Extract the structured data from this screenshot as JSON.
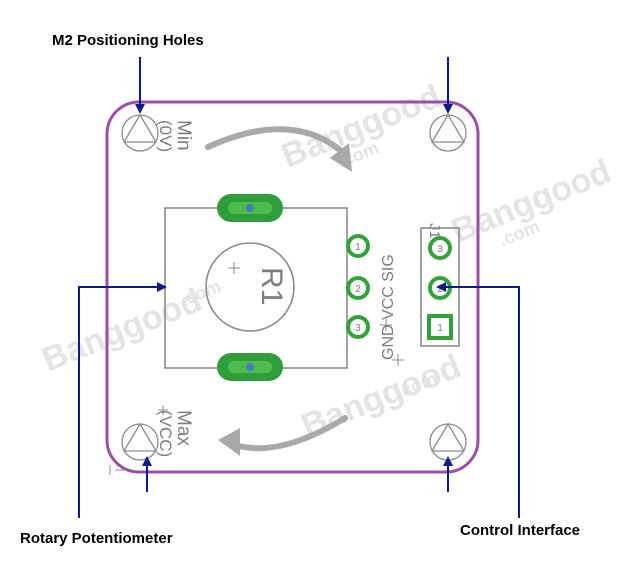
{
  "callouts": {
    "holes": "M2 Positioning Holes",
    "pot": "Rotary Potentiometer",
    "control": "Control Interface"
  },
  "silkscreen": {
    "min_label": "Min",
    "min_value": "(0V)",
    "max_label": "Max",
    "max_value": "(VCC)",
    "ref_designator": "R1",
    "header_ref": "J1",
    "pin_labels": "GND VCC SIG",
    "pot_pins": [
      "1",
      "2",
      "3"
    ],
    "header_pins": [
      "3",
      "2",
      "1"
    ]
  },
  "watermark": {
    "brand": "Banggood",
    "domain": ".com"
  },
  "colors": {
    "board_outline": "#9b4fa6",
    "pad_green": "#2f9e3a",
    "pad_ring": "#33a23d",
    "arrow_blue": "#0b1a8c",
    "silk_gray": "#8c8c8c",
    "rotation_arrow": "#a9a9a9"
  },
  "icons": {
    "mounting_hole": "triangle-in-circle-icon",
    "rotation": "curved-arrow-icon"
  }
}
